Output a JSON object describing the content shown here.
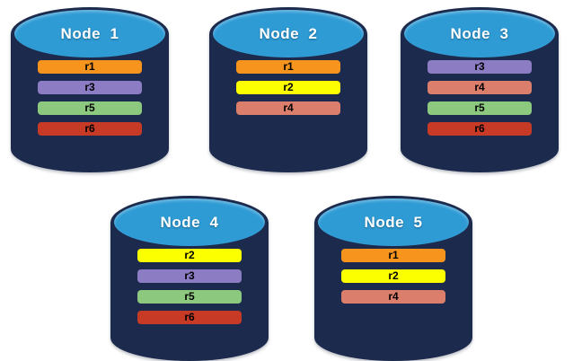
{
  "diagram": {
    "nodes": [
      {
        "title": "Node  1",
        "records": [
          {
            "label": "r1",
            "color": "#F7941D"
          },
          {
            "label": "r3",
            "color": "#8B7CC4"
          },
          {
            "label": "r5",
            "color": "#8CC97F"
          },
          {
            "label": "r6",
            "color": "#C63A26"
          }
        ]
      },
      {
        "title": "Node  2",
        "records": [
          {
            "label": "r1",
            "color": "#F7941D"
          },
          {
            "label": "r2",
            "color": "#FBFF00"
          },
          {
            "label": "r4",
            "color": "#DB7E6B"
          }
        ]
      },
      {
        "title": "Node  3",
        "records": [
          {
            "label": "r3",
            "color": "#8B7CC4"
          },
          {
            "label": "r4",
            "color": "#DB7E6B"
          },
          {
            "label": "r5",
            "color": "#8CC97F"
          },
          {
            "label": "r6",
            "color": "#C63A26"
          }
        ]
      },
      {
        "title": "Node  4",
        "records": [
          {
            "label": "r2",
            "color": "#FBFF00"
          },
          {
            "label": "r3",
            "color": "#8B7CC4"
          },
          {
            "label": "r5",
            "color": "#8CC97F"
          },
          {
            "label": "r6",
            "color": "#C63A26"
          }
        ]
      },
      {
        "title": "Node  5",
        "records": [
          {
            "label": "r1",
            "color": "#F7941D"
          },
          {
            "label": "r2",
            "color": "#FBFF00"
          },
          {
            "label": "r4",
            "color": "#DB7E6B"
          }
        ]
      }
    ],
    "colors": {
      "cylinder_body": "#1C2B4D",
      "cylinder_top": "#2E9BD5",
      "title_text": "#FFFFFF",
      "record_text": "#000000"
    }
  }
}
